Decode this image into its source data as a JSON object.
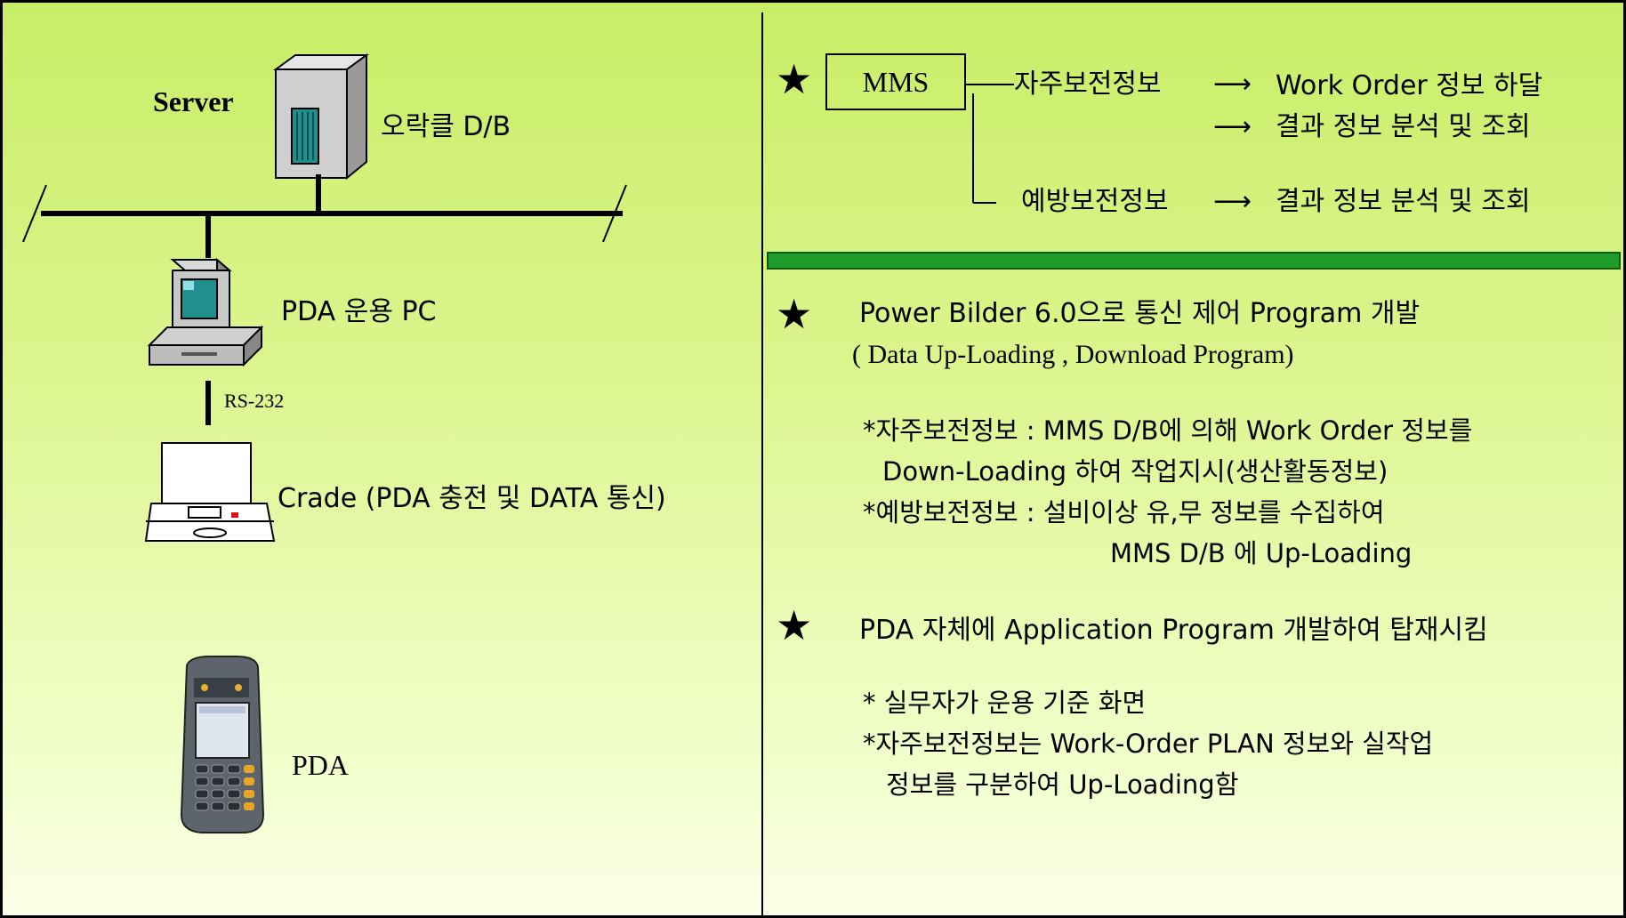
{
  "left": {
    "server_label": "Server",
    "db_label": "오락클 D/B",
    "pc_label": "PDA 운용 PC",
    "rs232_label": "RS-232",
    "cradle_label": "Crade (PDA 충전 및  DATA 통신)",
    "pda_label": "PDA"
  },
  "right": {
    "mms_box": "MMS",
    "self_maint": "자주보전정보",
    "work_order_down": "Work Order 정보 하달",
    "result_analysis_1": "결과 정보 분석 및 조회",
    "preventive": "예방보전정보",
    "result_analysis_2": "결과 정보 분석 및 조회",
    "pb_line1": "Power Bilder 6.0으로 통신 제어 Program 개발",
    "pb_line2": "( Data Up-Loading , Download Program)",
    "sub1_line1": "*자주보전정보 : MMS D/B에 의해 Work Order 정보를",
    "sub1_line2": "Down-Loading 하여 작업지시(생산활동정보)",
    "sub2_line1": "*예방보전정보 : 설비이상 유,무 정보를 수집하여",
    "sub2_line2": "MMS D/B 에 Up-Loading",
    "pda_app": "PDA 자체에 Application Program 개발하여 탑재시킴",
    "note1": "* 실무자가 운용 기준 화면",
    "note2_line1": "*자주보전정보는 Work-Order  PLAN 정보와 실작업",
    "note2_line2": "정보를 구분하여 Up-Loading함"
  },
  "colors": {
    "background": "#d6f27f",
    "divider_bar": "#1e9c2a",
    "star": "#000000"
  }
}
